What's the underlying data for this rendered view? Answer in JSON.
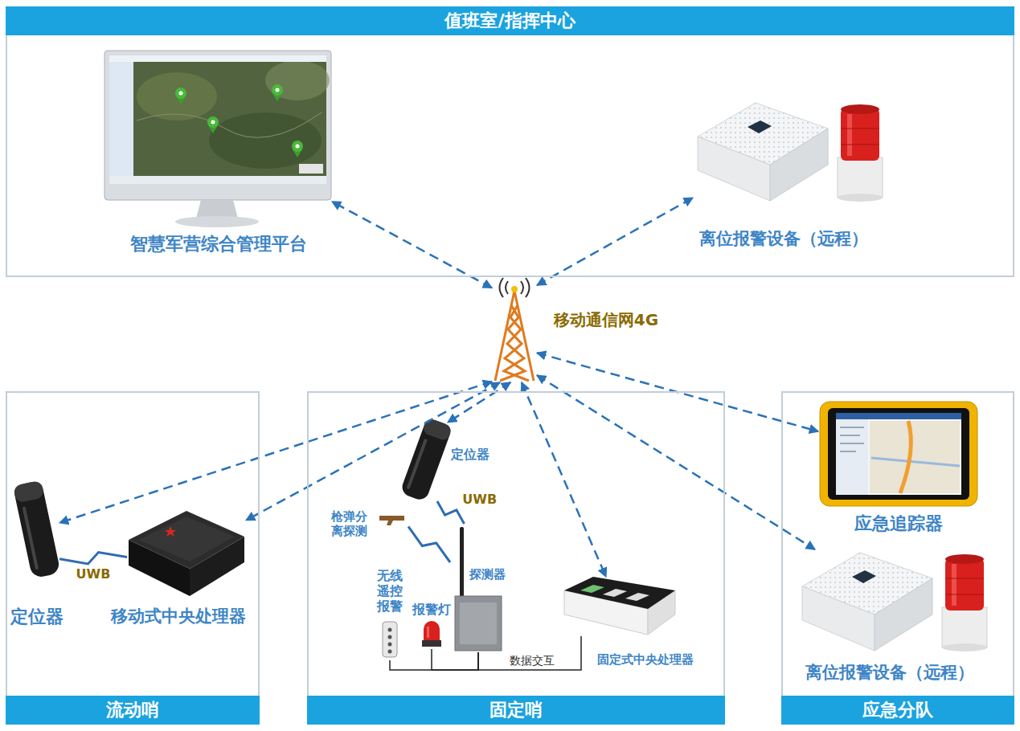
{
  "diagram": {
    "nodes": [
      {
        "text": [
          "值班室/指挥中心"
        ]
      },
      {
        "text": [
          "智慧军营综合管理平台"
        ],
        "in": 0
      },
      {
        "text": [
          "离位报警设备（远程）"
        ],
        "in": 0
      },
      {
        "text": [
          "移动通信网4G"
        ]
      },
      {
        "text": [
          "流动哨"
        ]
      },
      {
        "text": [
          "定位器"
        ],
        "in": 4
      },
      {
        "text": [
          "移动式中央处理器"
        ],
        "in": 4
      },
      {
        "text": [
          "固定哨"
        ]
      },
      {
        "text": [
          "定位器"
        ],
        "in": 7
      },
      {
        "text": [
          "枪弹分 离探测"
        ],
        "in": 7
      },
      {
        "text": [
          "探测器"
        ],
        "in": 7
      },
      {
        "text": [
          "无线 遥控 报警"
        ],
        "in": 7
      },
      {
        "text": [
          "报警灯"
        ],
        "in": 7
      },
      {
        "text": [
          "固定式中央处理器"
        ],
        "in": 7
      },
      {
        "text": [
          "应急分队"
        ]
      },
      {
        "text": [
          "应急追踪器"
        ],
        "in": 14
      },
      {
        "text": [
          "离位报警设备（远程）"
        ],
        "in": 14
      }
    ],
    "edges": [
      {
        "from": 3,
        "to": 1,
        "arrow": "both"
      },
      {
        "from": 3,
        "to": 2,
        "arrow": "both"
      },
      {
        "from": 3,
        "to": 5,
        "arrow": "both"
      },
      {
        "from": 3,
        "to": 6,
        "arrow": "both"
      },
      {
        "from": 3,
        "to": 8,
        "arrow": "both"
      },
      {
        "from": 3,
        "to": 13,
        "arrow": "both"
      },
      {
        "from": 3,
        "to": 15,
        "arrow": "both"
      },
      {
        "from": 3,
        "to": 16,
        "arrow": "both"
      },
      {
        "from": 5,
        "to": 6,
        "label": "UWB",
        "arrow": "none"
      },
      {
        "from": 8,
        "to": 10,
        "label": "UWB",
        "arrow": "none"
      },
      {
        "from": 9,
        "to": 10,
        "arrow": "none"
      },
      {
        "from": 11,
        "to": 10,
        "arrow": "none"
      },
      {
        "from": 12,
        "to": 10,
        "arrow": "none"
      },
      {
        "from": 10,
        "to": 13,
        "label": "数据交互",
        "arrow": "none"
      }
    ]
  }
}
